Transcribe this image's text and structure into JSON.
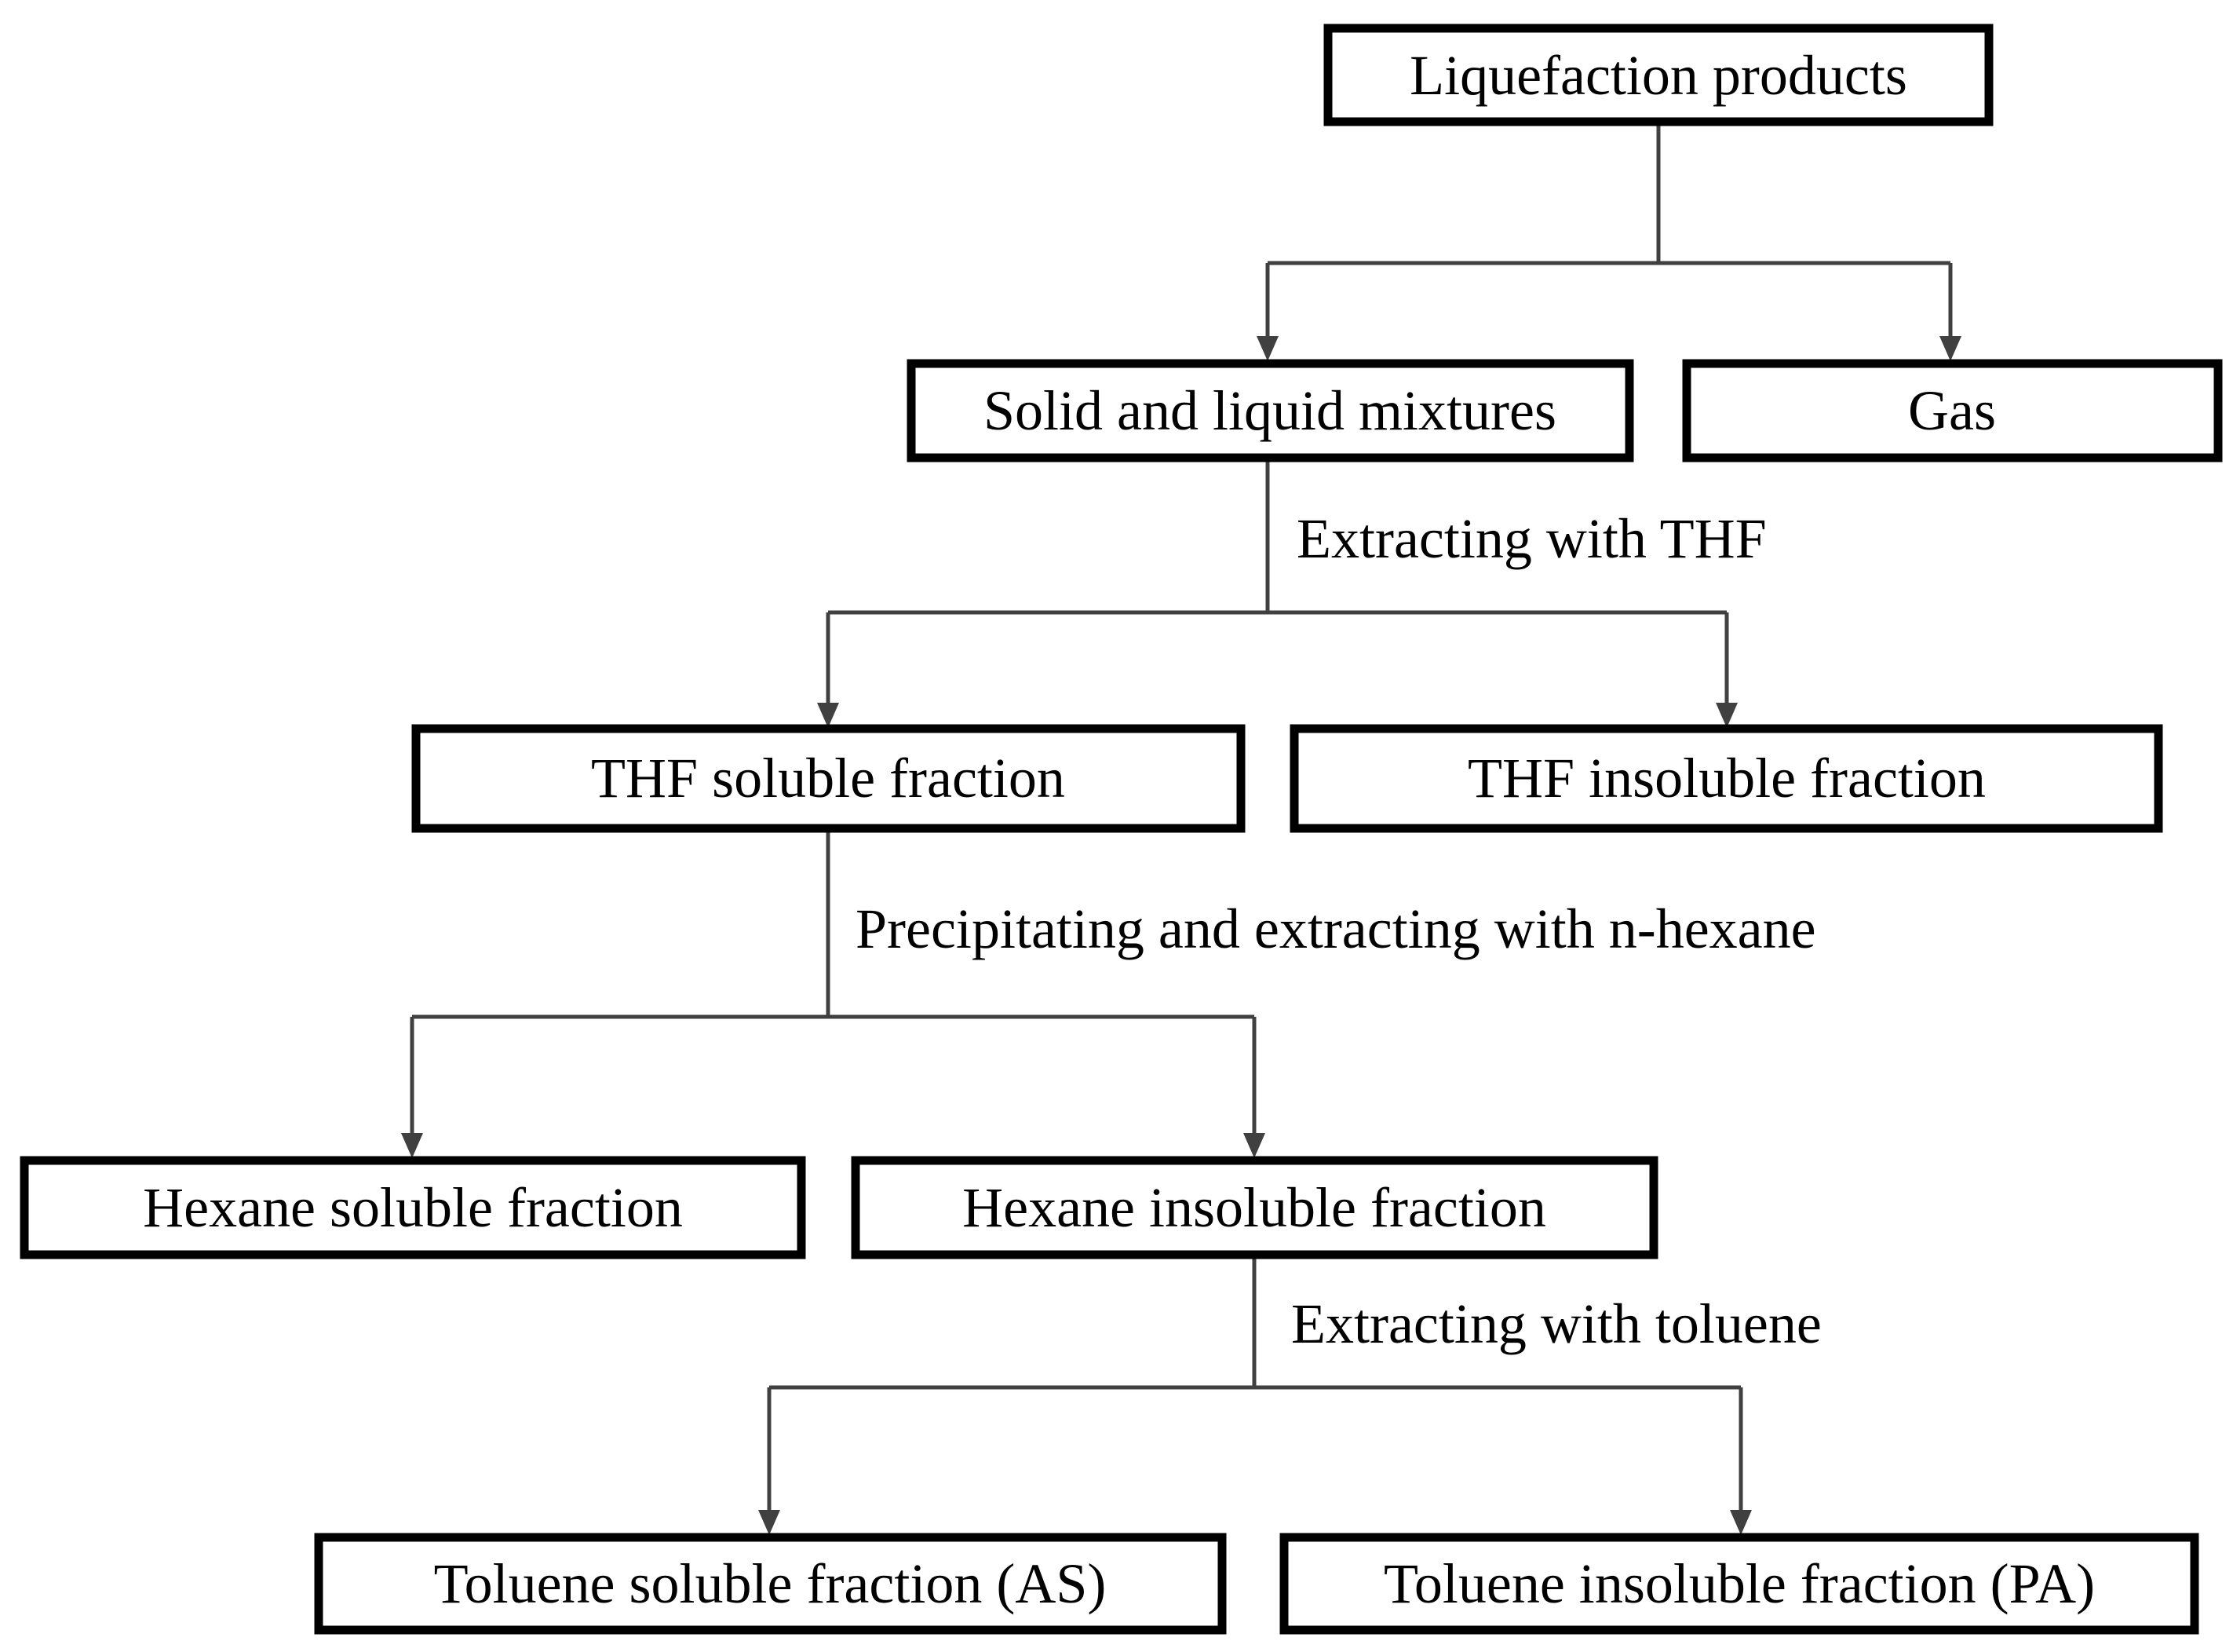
{
  "diagram": {
    "nodes": {
      "liquefaction_products": "Liquefaction products",
      "solid_liquid_mixtures": "Solid and liquid mixtures",
      "gas": "Gas",
      "thf_soluble": "THF soluble fraction",
      "thf_insoluble": "THF insoluble fraction",
      "hexane_soluble": "Hexane soluble fraction",
      "hexane_insoluble": "Hexane insoluble fraction",
      "toluene_soluble": "Toluene soluble fraction (AS)",
      "toluene_insoluble": "Toluene insoluble fraction (PA)"
    },
    "steps": {
      "extract_thf": "Extracting with THF",
      "precip_hexane": "Precipitating and extracting with n-hexane",
      "extract_toluene": "Extracting with toluene"
    },
    "colors": {
      "box_border": "#000000",
      "connector": "#404040",
      "text": "#000000"
    }
  }
}
